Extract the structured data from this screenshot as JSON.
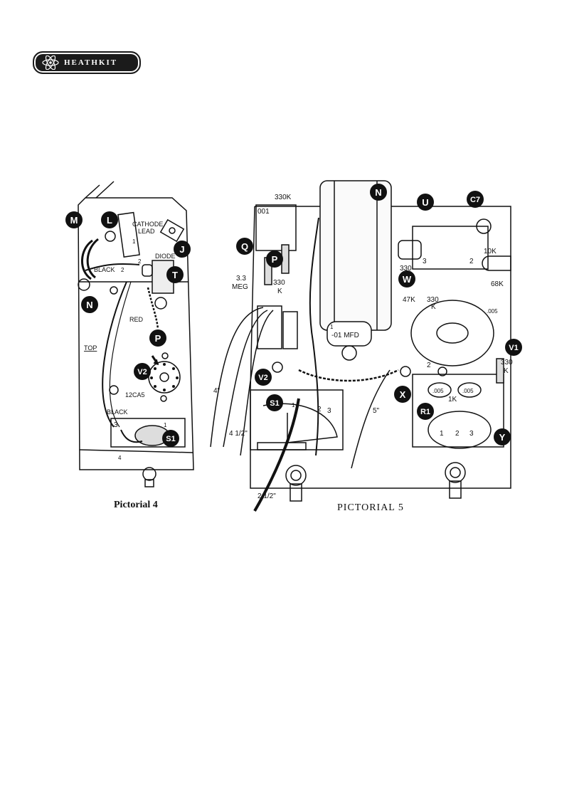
{
  "brand": {
    "logo_text": "HEATHKIT"
  },
  "pictorial4": {
    "caption": "Pictorial 4",
    "labels": {
      "cathode": "CATHODE",
      "lead": "LEAD",
      "black": "BLACK",
      "diode": "DIODE",
      "red": "RED",
      "top": "TOP",
      "tube": "12CA5",
      "black2": "BLACK",
      "pin1": "1",
      "pin2": "2",
      "pin2b": "2",
      "pin3": "3",
      "pin4": "4",
      "pin1b": "1"
    },
    "callouts": [
      "M",
      "L",
      "J",
      "T",
      "N",
      "P",
      "V2",
      "S1"
    ]
  },
  "pictorial5": {
    "caption": "PICTORIAL 5",
    "labels": {
      "r330k_top": "330K",
      "c001": "001",
      "meg33": "3.3",
      "meg": "MEG",
      "r330k_mid": "330",
      "k_mid": "K",
      "cap_01": "-01 MFD",
      "cap_pin1": "1",
      "r330": "330",
      "r47k": "47K",
      "r330_b": "330",
      "k_b": "K",
      "r10k": "10K",
      "r68k": "68K",
      "r330_v1": "330",
      "k_v1": "K",
      "r1k": "1K",
      "c005a": ".005",
      "c005b": ".005",
      "c005c": ".005",
      "len4": "4\"",
      "len4half": "4 1/2\"",
      "len5": "5\"",
      "len2half": "2 1/2\"",
      "s1_1": "1",
      "s1_2": "2",
      "s1_3": "3",
      "y_1": "1",
      "y_2": "2",
      "y_3": "3",
      "w2": "2",
      "w3": "3",
      "c7_2": "2"
    },
    "callouts": [
      "N",
      "U",
      "C7",
      "Q",
      "P",
      "W",
      "V1",
      "V2",
      "S1",
      "X",
      "R1",
      "Y"
    ]
  }
}
